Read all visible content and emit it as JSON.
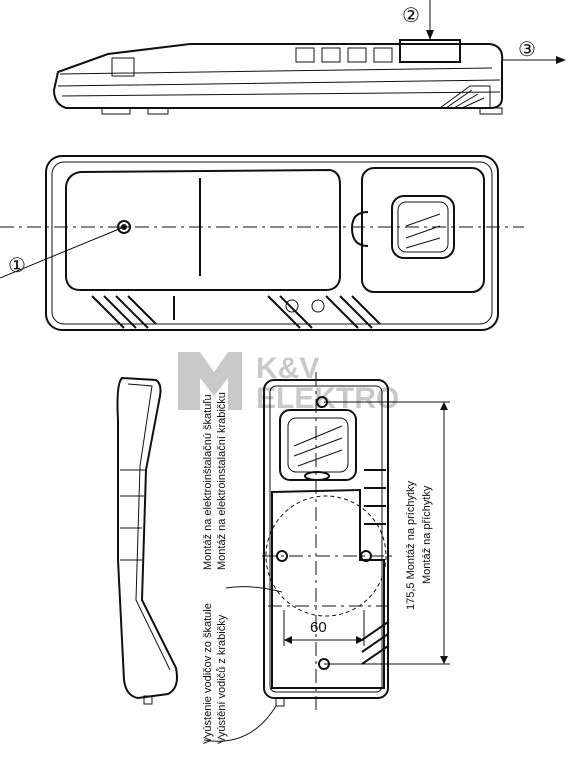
{
  "callouts": {
    "c1": "①",
    "c2": "②",
    "c3": "③"
  },
  "watermark": {
    "brand": "K&V",
    "sub": "ELEKTRO"
  },
  "labels": {
    "mount_box_sk": "Montáž na elektroinštalačnú škatuľu",
    "mount_box_cz": "Montáž na elektroinstalační krabičku",
    "cable_exit_sk": "Vyústenie vodičov zo škatule",
    "cable_exit_cz": "Vyústění vodičů z krabičky",
    "clip_mount_sk": "Montáž na príchytky",
    "clip_mount_cz": "Montáž na příchytky"
  },
  "dimensions": {
    "width_value": "60",
    "height_value": "175,5"
  },
  "colors": {
    "line": "#111111",
    "watermark": "#c9c9c9",
    "background": "#ffffff"
  }
}
